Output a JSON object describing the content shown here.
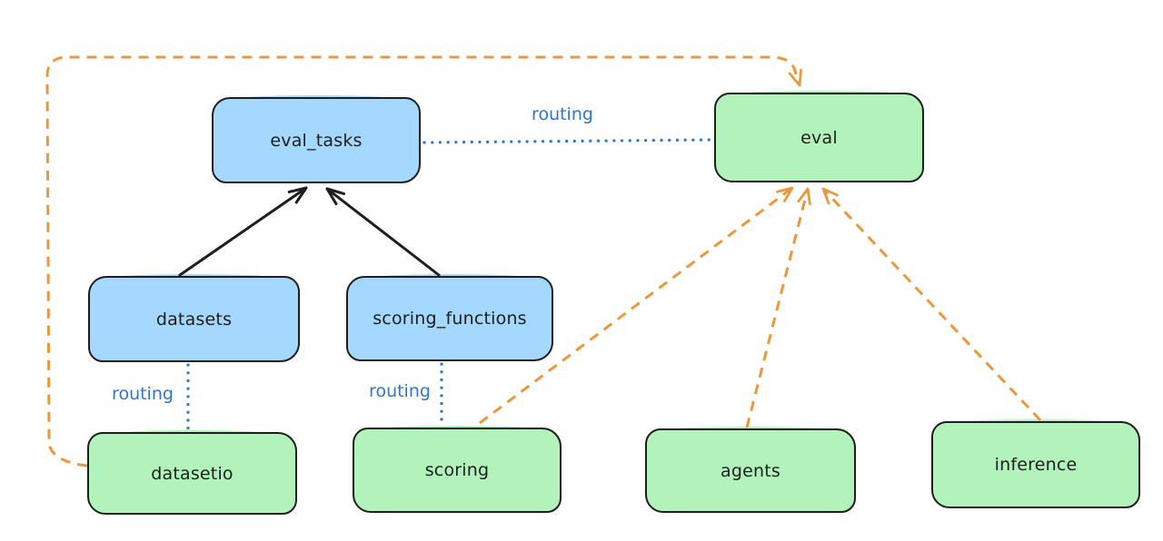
{
  "diagram": {
    "colors": {
      "node_blue_fill": "#a5d8ff",
      "node_green_fill": "#b2f2bb",
      "node_stroke": "#1e1e1e",
      "routing_blue": "#2f76c7",
      "arrow_orange": "#e8993d",
      "arrow_black": "#1e1e1e",
      "canvas_bg": "#ffffff"
    },
    "nodes": {
      "eval_tasks": {
        "label": "eval_tasks",
        "fill": "blue"
      },
      "eval": {
        "label": "eval",
        "fill": "green"
      },
      "datasets": {
        "label": "datasets",
        "fill": "blue"
      },
      "scoring_functions": {
        "label": "scoring_functions",
        "fill": "blue"
      },
      "datasetio": {
        "label": "datasetio",
        "fill": "green"
      },
      "scoring": {
        "label": "scoring",
        "fill": "green"
      },
      "agents": {
        "label": "agents",
        "fill": "green"
      },
      "inference": {
        "label": "inference",
        "fill": "green"
      }
    },
    "edge_labels": {
      "eval_tasks_to_eval": "routing",
      "datasets_to_datasetio": "routing",
      "scoring_functions_to_scoring": "routing"
    },
    "edges": [
      {
        "from": "datasets",
        "to": "eval_tasks",
        "style": "solid-black",
        "arrowhead": "end"
      },
      {
        "from": "scoring_functions",
        "to": "eval_tasks",
        "style": "solid-black",
        "arrowhead": "end"
      },
      {
        "from": "eval_tasks",
        "to": "eval",
        "style": "dotted-blue",
        "arrowhead": "none",
        "label": "routing"
      },
      {
        "from": "datasets",
        "to": "datasetio",
        "style": "dotted-blue",
        "arrowhead": "none",
        "label": "routing"
      },
      {
        "from": "scoring_functions",
        "to": "scoring",
        "style": "dotted-blue",
        "arrowhead": "none",
        "label": "routing"
      },
      {
        "from": "datasetio",
        "to": "eval",
        "style": "dashed-orange",
        "arrowhead": "end"
      },
      {
        "from": "scoring",
        "to": "eval",
        "style": "dashed-orange",
        "arrowhead": "end"
      },
      {
        "from": "agents",
        "to": "eval",
        "style": "dashed-orange",
        "arrowhead": "end"
      },
      {
        "from": "inference",
        "to": "eval",
        "style": "dashed-orange",
        "arrowhead": "end"
      }
    ]
  }
}
